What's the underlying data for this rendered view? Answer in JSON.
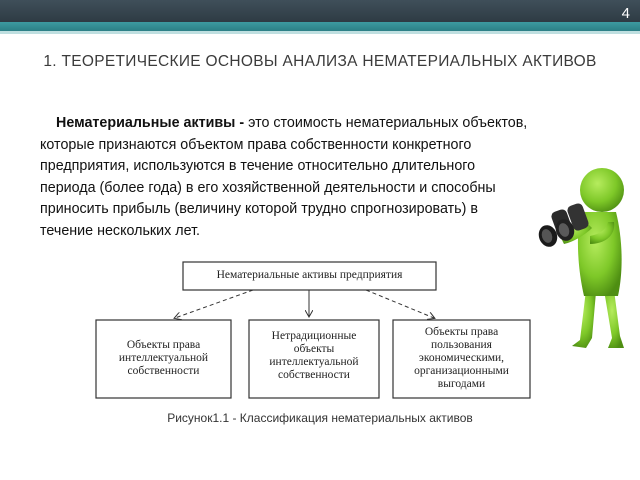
{
  "slide": {
    "number": "4",
    "title": "1. ТЕОРЕТИЧЕСКИЕ ОСНОВЫ АНАЛИЗА НЕМАТЕРИАЛЬНЫХ АКТИВОВ"
  },
  "definition": {
    "term": "Нематериальные активы -",
    "lines": [
      "это стоимость нематериальных объектов,",
      "которые признаются объектом права собственности конкретного",
      "предприятия, используются в течение относительно длительного",
      "периода (более года) в его хозяйственной деятельности и способны",
      "приносить прибыль (величину которой трудно спрогнозировать) в",
      "течение нескольких лет."
    ]
  },
  "diagram": {
    "root": "Нематериальные активы предприятия",
    "children": [
      [
        "Объекты права",
        "интеллектуальной",
        "собственности"
      ],
      [
        "Нетрадиционные",
        "объекты",
        "интеллектуальной",
        "собственности"
      ],
      [
        "Объекты права",
        "пользования",
        "экономическими,",
        "организационными",
        "выгодами"
      ]
    ]
  },
  "caption": "Рисунок1.1 - Классификация нематериальных активов",
  "colors": {
    "header": "#34444e",
    "accent": "#2f8b91",
    "figure": "#7ec828"
  }
}
